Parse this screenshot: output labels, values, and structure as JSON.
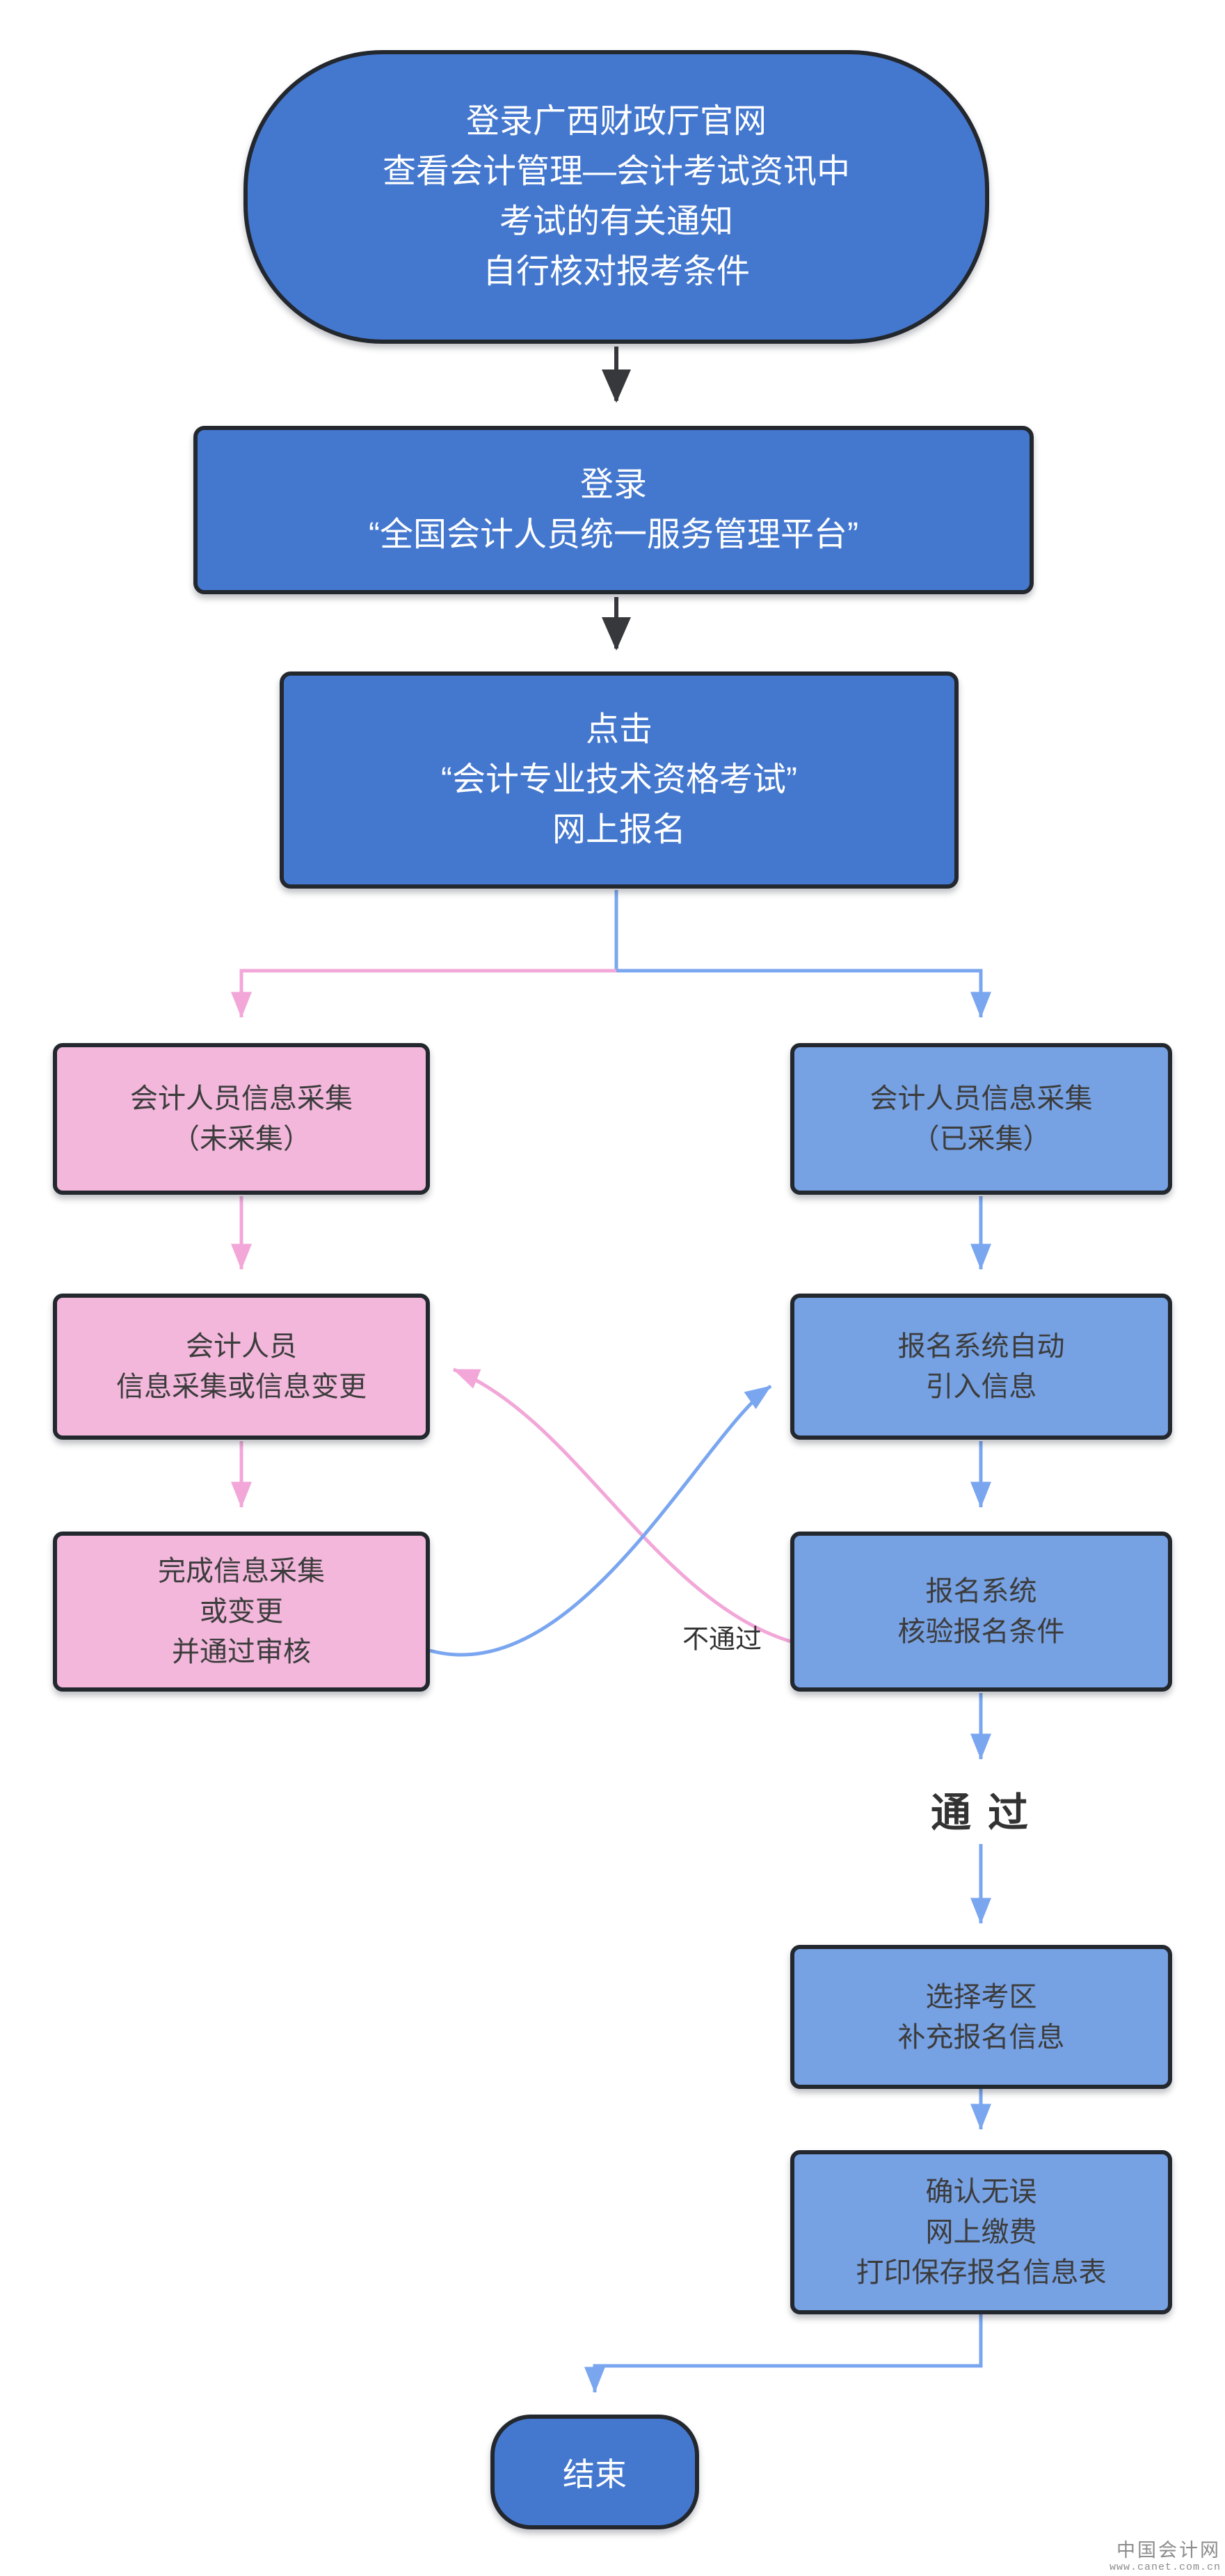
{
  "colors": {
    "box-blue": "#4478CF",
    "box-blue-light": "#76A1E3",
    "box-pink": "#F2B7DB",
    "edge-blue": "#7AA6F0",
    "edge-pink": "#F2A7D8",
    "edge-dark": "#37383B",
    "stroke": "#23272E",
    "text-dark": "#3C3C3C",
    "text-light": "#FFFFFF",
    "watermark": "#8C8C8C"
  },
  "nodes": {
    "start": {
      "label": "登录广西财政厅官网\n查看会计管理—会计考试资讯中\n考试的有关通知\n自行核对报考条件"
    },
    "login": {
      "label": "登录\n“全国会计人员统一服务管理平台”"
    },
    "click": {
      "label": "点击\n“会计专业技术资格考试”\n网上报名"
    },
    "collect_no": {
      "label": "会计人员信息采集\n（未采集）"
    },
    "collect_change": {
      "label": "会计人员\n信息采集或信息变更"
    },
    "collect_done": {
      "label": "完成信息采集\n或变更\n并通过审核"
    },
    "collect_yes": {
      "label": "会计人员信息采集\n（已采集）"
    },
    "auto_import": {
      "label": "报名系统自动\n引入信息"
    },
    "verify": {
      "label": "报名系统\n核验报名条件"
    },
    "select_area": {
      "label": "选择考区\n补充报名信息"
    },
    "confirm_pay": {
      "label": "确认无误\n网上缴费\n打印保存报名信息表"
    },
    "end": {
      "label": "结束"
    }
  },
  "edge_labels": {
    "pass": "通 过",
    "fail": "不通过"
  },
  "watermark": {
    "line1": "中国会计网",
    "line2": "www.canet.com.cn"
  }
}
